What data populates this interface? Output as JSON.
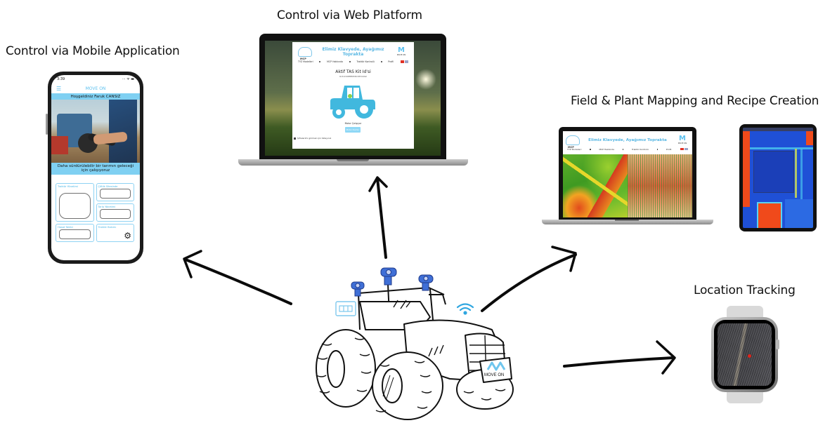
{
  "captions": {
    "mobile": "Control via Mobile Application",
    "web": "Control via Web Platform",
    "field": "Field & Plant Mapping and Recipe Creation",
    "location": "Location Tracking"
  },
  "mobile_app": {
    "status_time": "3:39",
    "status_icons": "··· ᯤ ▬",
    "menu_icon": "menu-icon",
    "app_title": "MOVE ON",
    "welcome": "Hoşgeldiniz Faruk CANSIZ",
    "subtitle": "Daha sürdürülebilir bir tarımın geleceği için çalışıyoruz",
    "cards": [
      {
        "label": "Traktör Yönetimi"
      },
      {
        "label": "Çiftlik Sitesinde"
      },
      {
        "label": "Tarla Yönetimi"
      },
      {
        "label": "Hasat Takibi"
      },
      {
        "label": "Traktör Bakımı"
      }
    ]
  },
  "web_platform": {
    "logo_text": "MCP",
    "slogan": "Elimiz Klavyede, Ayağımız Toprakta",
    "brand": "MOVE ON",
    "brand_mark": "M",
    "menu": [
      "TYZ Modelleri",
      "MCP Hakkında",
      "Traktör Kontrolü",
      "Profil"
    ],
    "page_title": "Aktif TAS Kit Id'si",
    "kit_id": "6cfc23d8f8f0f4fc3872d92",
    "status": "Motor Çalışıyor",
    "button": "Motor Durdur",
    "checkbox_label": "Şifrelerimi görmek için tıklayınız"
  },
  "mapping_platform": {
    "logo_text": "MCP",
    "slogan": "Elimiz Klavyede, Ayağımız Toprakta",
    "brand": "MOVE ON",
    "brand_mark": "M",
    "menu": [
      "TYZ Modelleri",
      "MCP Hakkında",
      "Traktör Kontrolü",
      "Profil"
    ]
  },
  "tractor": {
    "badge_text": "MOVE ON",
    "badge_mark": "M",
    "icons": [
      "camera-icon",
      "camera-icon",
      "camera-icon",
      "wifi-icon",
      "control-panel-icon"
    ]
  },
  "colors": {
    "brand_blue": "#5fc2ef",
    "camera_blue": "#3f6fd6",
    "location_dot": "#e0231a"
  }
}
